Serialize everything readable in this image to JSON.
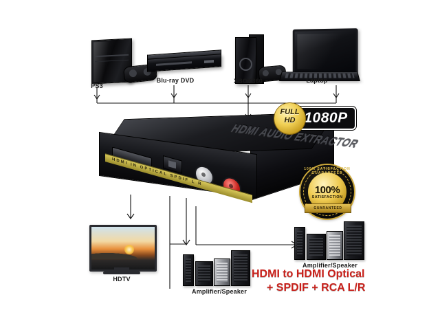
{
  "image": {
    "kind": "product-connection-diagram",
    "background_color": "#ffffff"
  },
  "sources": [
    {
      "id": "ps3",
      "label": "PS3"
    },
    {
      "id": "bluray",
      "label": "Blu-ray DVD"
    },
    {
      "id": "xbox360",
      "label": "XBOX360"
    },
    {
      "id": "laptop",
      "label": "Laptop"
    }
  ],
  "outputs": [
    {
      "id": "hdtv",
      "label": "HDTV"
    },
    {
      "id": "speaker-center",
      "label": "Amplifier/Speaker"
    },
    {
      "id": "speaker-right",
      "label": "Amplifier/Speaker"
    }
  ],
  "badges": {
    "resolution": {
      "starburst_line1": "FULL",
      "starburst_line2": "HD",
      "banner": "1080P",
      "banner_bg": "#0d0d0f",
      "starburst_color": "#efcb52"
    },
    "satisfaction": {
      "arc_text": "100% SATISFACTION GUARANTEED",
      "percent": "100%",
      "subtitle": "SATISFACTION",
      "ribbon": "GUARANTEED",
      "gold_color": "#efcb52"
    }
  },
  "device": {
    "emboss_logo": "HDMI AUDIO EXTRACTOR",
    "front_strip_text": "HDMI IN    OPTICAL    SPDIF    L    R",
    "strip_color": "#d8c85a",
    "ports": [
      {
        "name": "hdmi-port",
        "type": "HDMI"
      },
      {
        "name": "optical-port",
        "type": "OPTICAL"
      },
      {
        "name": "rca-left",
        "type": "RCA L",
        "color": "#ffffff"
      },
      {
        "name": "rca-right",
        "type": "RCA R",
        "color": "#c4201a"
      }
    ]
  },
  "caption": {
    "line1": "HDMI to HDMI Optical",
    "line2": "+ SPDIF + RCA L/R",
    "color": "#c8201a"
  }
}
